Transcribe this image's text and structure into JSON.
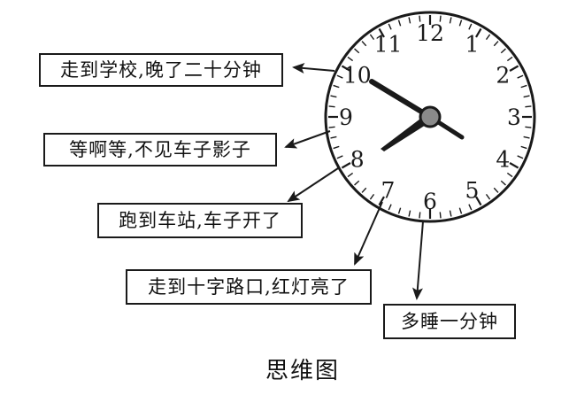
{
  "clock": {
    "numbers": [
      "12",
      "1",
      "2",
      "3",
      "4",
      "5",
      "6",
      "7",
      "8",
      "9",
      "10",
      "11"
    ]
  },
  "boxes": [
    {
      "text": "走到学校,晚了二十分钟"
    },
    {
      "text": "等啊等,不见车子影子"
    },
    {
      "text": "跑到车站,车子开了"
    },
    {
      "text": "走到十字路口,红灯亮了"
    },
    {
      "text": "多睡一分钟"
    }
  ],
  "caption": "思维图",
  "colors": {
    "ink": "#1a1a1a",
    "hub": "#8a8a8a"
  }
}
